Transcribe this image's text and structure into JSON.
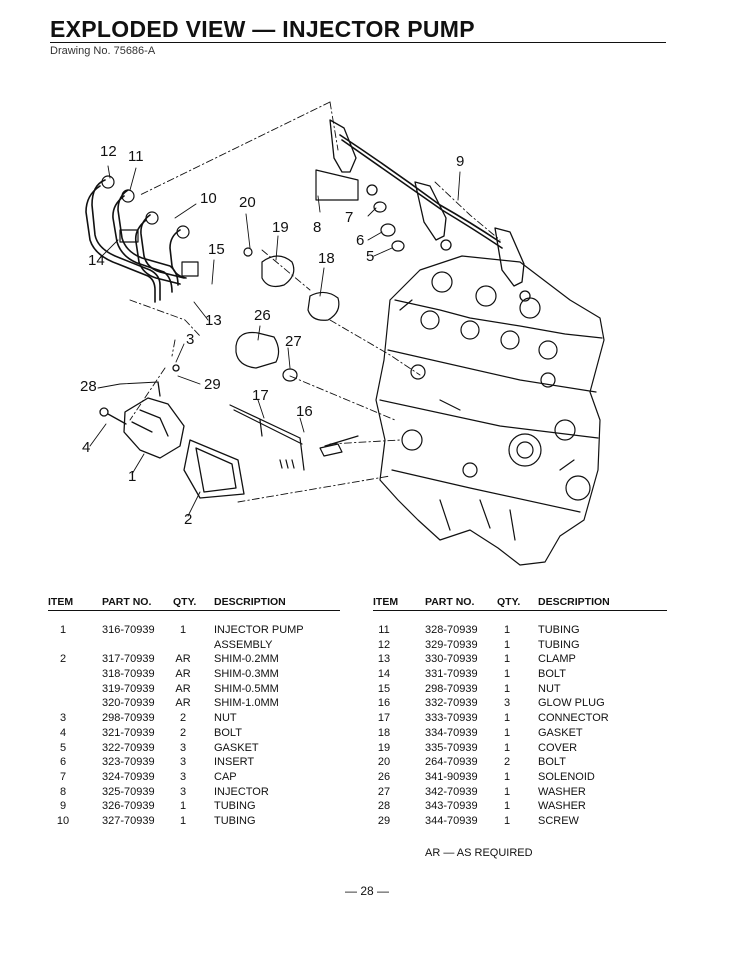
{
  "header": {
    "title": "EXPLODED VIEW — INJECTOR PUMP",
    "drawing_no": "Drawing No. 75686-A"
  },
  "diagram": {
    "callouts": [
      "12",
      "11",
      "9",
      "10",
      "20",
      "19",
      "8",
      "7",
      "6",
      "5",
      "15",
      "18",
      "14",
      "13",
      "26",
      "3",
      "27",
      "28",
      "29",
      "17",
      "16",
      "4",
      "1",
      "2"
    ]
  },
  "table": {
    "headers": {
      "item": "ITEM",
      "part_no": "PART NO.",
      "qty": "QTY.",
      "description": "DESCRIPTION"
    },
    "left_rows": [
      {
        "item": "1",
        "part_no": "316-70939",
        "qty": "1",
        "description": "INJECTOR PUMP"
      },
      {
        "item": "",
        "part_no": "",
        "qty": "",
        "description": "ASSEMBLY"
      },
      {
        "item": "2",
        "part_no": "317-70939",
        "qty": "AR",
        "description": "SHIM-0.2MM"
      },
      {
        "item": "",
        "part_no": "318-70939",
        "qty": "AR",
        "description": "SHIM-0.3MM"
      },
      {
        "item": "",
        "part_no": "319-70939",
        "qty": "AR",
        "description": "SHIM-0.5MM"
      },
      {
        "item": "",
        "part_no": "320-70939",
        "qty": "AR",
        "description": "SHIM-1.0MM"
      },
      {
        "item": "3",
        "part_no": "298-70939",
        "qty": "2",
        "description": "NUT"
      },
      {
        "item": "4",
        "part_no": "321-70939",
        "qty": "2",
        "description": "BOLT"
      },
      {
        "item": "5",
        "part_no": "322-70939",
        "qty": "3",
        "description": "GASKET"
      },
      {
        "item": "6",
        "part_no": "323-70939",
        "qty": "3",
        "description": "INSERT"
      },
      {
        "item": "7",
        "part_no": "324-70939",
        "qty": "3",
        "description": "CAP"
      },
      {
        "item": "8",
        "part_no": "325-70939",
        "qty": "3",
        "description": "INJECTOR"
      },
      {
        "item": "9",
        "part_no": "326-70939",
        "qty": "1",
        "description": "TUBING"
      },
      {
        "item": "10",
        "part_no": "327-70939",
        "qty": "1",
        "description": "TUBING"
      }
    ],
    "right_rows": [
      {
        "item": "11",
        "part_no": "328-70939",
        "qty": "1",
        "description": "TUBING"
      },
      {
        "item": "12",
        "part_no": "329-70939",
        "qty": "1",
        "description": "TUBING"
      },
      {
        "item": "13",
        "part_no": "330-70939",
        "qty": "1",
        "description": "CLAMP"
      },
      {
        "item": "14",
        "part_no": "331-70939",
        "qty": "1",
        "description": "BOLT"
      },
      {
        "item": "15",
        "part_no": "298-70939",
        "qty": "1",
        "description": "NUT"
      },
      {
        "item": "16",
        "part_no": "332-70939",
        "qty": "3",
        "description": "GLOW PLUG"
      },
      {
        "item": "17",
        "part_no": "333-70939",
        "qty": "1",
        "description": "CONNECTOR"
      },
      {
        "item": "18",
        "part_no": "334-70939",
        "qty": "1",
        "description": "GASKET"
      },
      {
        "item": "19",
        "part_no": "335-70939",
        "qty": "1",
        "description": "COVER"
      },
      {
        "item": "20",
        "part_no": "264-70939",
        "qty": "2",
        "description": "BOLT"
      },
      {
        "item": "26",
        "part_no": "341-90939",
        "qty": "1",
        "description": "SOLENOID"
      },
      {
        "item": "27",
        "part_no": "342-70939",
        "qty": "1",
        "description": "WASHER"
      },
      {
        "item": "28",
        "part_no": "343-70939",
        "qty": "1",
        "description": "WASHER"
      },
      {
        "item": "29",
        "part_no": "344-70939",
        "qty": "1",
        "description": "SCREW"
      }
    ]
  },
  "footnote": "AR — AS REQUIRED",
  "page_number": "— 28 —"
}
